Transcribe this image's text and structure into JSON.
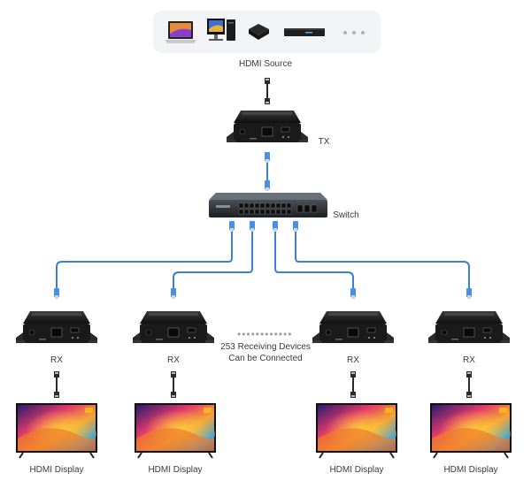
{
  "source": {
    "label": "HDMI Source",
    "devices": [
      {
        "icon": "laptop-icon"
      },
      {
        "icon": "desktop-computer-icon"
      },
      {
        "icon": "tv-box-icon"
      },
      {
        "icon": "set-top-box-icon"
      },
      {
        "icon": "more-dots-icon"
      }
    ]
  },
  "transmitter": {
    "label": "TX"
  },
  "switch": {
    "label": "Switch"
  },
  "receivers": [
    {
      "label": "RX",
      "display_label": "HDMI Display"
    },
    {
      "label": "RX",
      "display_label": "HDMI Display"
    },
    {
      "label": "RX",
      "display_label": "HDMI Display"
    },
    {
      "label": "RX",
      "display_label": "HDMI Display"
    }
  ],
  "note": {
    "line1": "253 Receiving Devices",
    "line2": "Can be Connected"
  },
  "colors": {
    "cable_blue": "#3b7fd9",
    "device_black": "#1b1b1b",
    "panel_bg": "#f2f3f5"
  }
}
